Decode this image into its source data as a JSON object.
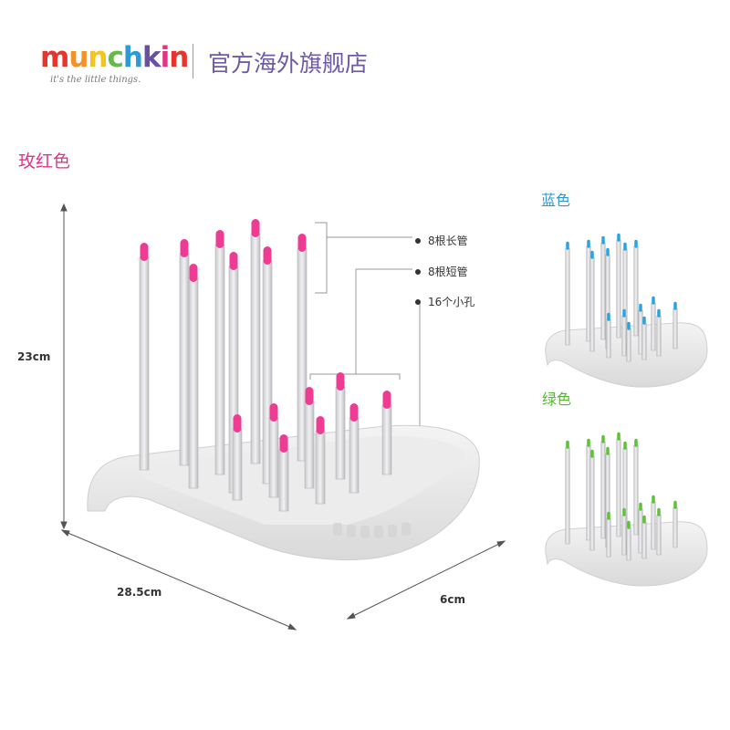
{
  "header": {
    "logo_letters": [
      "m",
      "u",
      "n",
      "c",
      "h",
      "k",
      "i",
      "n"
    ],
    "logo_colors": [
      "#e8352b",
      "#f3922a",
      "#f6c51c",
      "#65b84a",
      "#2c9ad6",
      "#6a4fa3",
      "#e2347f",
      "#e8352b"
    ],
    "tagline": "it's the little things.",
    "store_name": "官方海外旗舰店"
  },
  "variants": {
    "pink_label": "玫红色",
    "blue_label": "蓝色",
    "green_label": "绿色",
    "pink_color": "#ee3c94",
    "blue_color": "#27a5e0",
    "green_color": "#5cc236"
  },
  "dimensions": {
    "height": "23cm",
    "width": "28.5cm",
    "depth": "6cm"
  },
  "features": {
    "long_tubes": "8根长管",
    "short_tubes": "8根短管",
    "small_holes": "16个小孔"
  }
}
